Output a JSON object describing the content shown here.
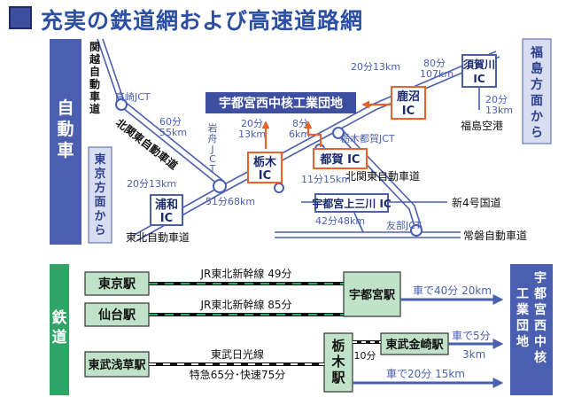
{
  "title": "充実の鉄道網および高速道路網",
  "road": {
    "section_label": [
      "自",
      "動",
      "車"
    ],
    "tokyo_dir": [
      "東",
      "京",
      "方",
      "面",
      "か",
      "ら"
    ],
    "fukushima_dir": [
      "福",
      "島",
      "方",
      "面",
      "か",
      "ら"
    ],
    "kanetsu": [
      "関",
      "越",
      "自",
      "動",
      "車",
      "道"
    ],
    "kitakanto_diag": "北関東自動車道",
    "takasaki_jct": "高崎JCT",
    "iwafune_jct": [
      "岩",
      "舟",
      "J",
      "C",
      "T"
    ],
    "tochigi_tsuga_jct": "栃木都賀JCT",
    "kitakanto_right": "北関東自動車道",
    "tohoku_exp": "東北自動車道",
    "tomobe_jct": "友部JCT",
    "joban_exp": "常磐自動車道",
    "shin4": "新4号国道",
    "fukushima_airport": "福島空港",
    "destination": "宇都宮西中核工業団地",
    "ic_urawa": [
      "浦和",
      "IC"
    ],
    "ic_tochigi": [
      "栃木",
      "IC"
    ],
    "ic_tsuga": "都賀 IC",
    "ic_kanuma": [
      "鹿沼",
      "IC"
    ],
    "ic_sukagawa": [
      "須賀川",
      "IC"
    ],
    "ic_kamimikawa": "宇都宮上三川 IC",
    "t_urawa": "20分13km",
    "t_takasaki_a": "60分",
    "t_takasaki_b": "55km",
    "t_iwafune": "51分68km",
    "t_tochigi_a": "20分",
    "t_tochigi_b": "13km",
    "t_tsuga_a": "8分",
    "t_tsuga_b": "6km",
    "t_kanuma": "20分13km",
    "t_sukagawa_a": "80分",
    "t_sukagawa_b": "107km",
    "t_airport_a": "20分",
    "t_airport_b": "13km",
    "t_kamimikawa_a": "11分15km",
    "t_kamimikawa_b": "42分48km"
  },
  "rail": {
    "section_label": [
      "鉄",
      "道"
    ],
    "tokyo_st": "東京駅",
    "sendai_st": "仙台駅",
    "asakusa_st": "東武浅草駅",
    "utsunomiya_st": "宇都宮駅",
    "tochigi_st": [
      "栃",
      "木",
      "駅"
    ],
    "kanasaki_st": "東武金崎駅",
    "line1": "JR東北新幹線 49分",
    "line2": "JR東北新幹線 85分",
    "line3a": "東武日光線",
    "line3b": "特急65分･快速75分",
    "ten_min": "10分",
    "car1": "車で40分 20km",
    "car2a": "車で5分",
    "car2b": "3km",
    "car3": "車で20分 15km",
    "destination": [
      "宇",
      "都",
      "宮",
      "西",
      "中",
      "核"
    ],
    "destination2": [
      "工",
      "業",
      "団",
      "地"
    ]
  }
}
